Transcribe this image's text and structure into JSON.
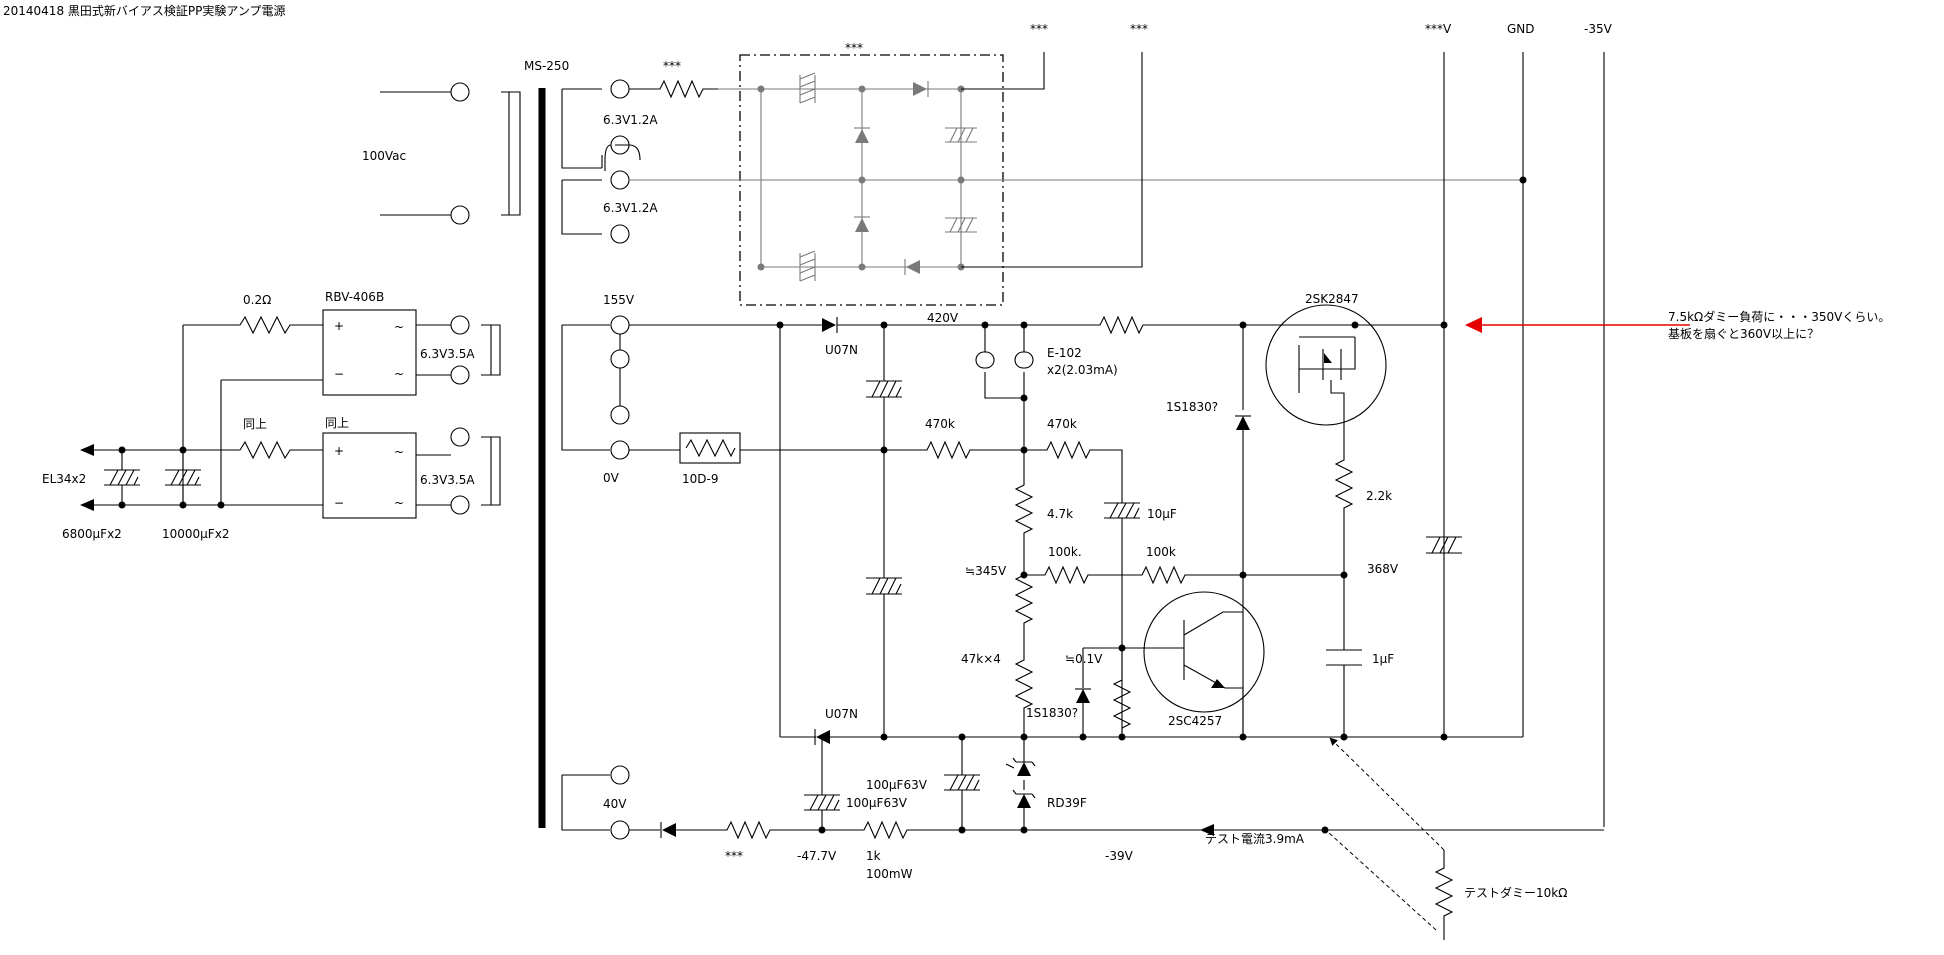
{
  "title": "20140418 黒田式新バイアス検証PP実験アンプ電源",
  "transformer": "MS-250",
  "ac_input": "100Vac",
  "windings": {
    "heater1": "6.3V1.2A",
    "heater2": "6.3V1.2A",
    "heater3": "6.3V3.5A",
    "heater4": "6.3V3.5A",
    "b_tap": "155V",
    "b_zero": "0V",
    "bias_tap": "40V"
  },
  "rails": {
    "top1": "***",
    "top2": "***",
    "v_out": "***V",
    "gnd": "GND",
    "neg": "-35V"
  },
  "labels": {
    "r_top": "***",
    "bridge": "***",
    "r02": "0.2Ω",
    "rbv": "RBV-406B",
    "same_r": "同上",
    "same_b": "同上",
    "plus1": "+",
    "minus1": "−",
    "ac1a": "~",
    "ac1b": "~",
    "plus2": "+",
    "minus2": "−",
    "ac2a": "~",
    "ac2b": "~",
    "el34": "EL34x2",
    "c6800": "6800μFx2",
    "c10000": "10000μFx2",
    "v420": "420V",
    "u07n_top": "U07N",
    "e102": "E-102",
    "e102_mult": "x2(2.03mA)",
    "q1": "2SK2847",
    "d1s1830_a": "1S1830?",
    "r470a": "470k",
    "r470b": "470k",
    "th10d9": "10D-9",
    "r4k7": "4.7k",
    "c10u": "10μF",
    "r22k": "2.2k",
    "r100ka": "100k.",
    "r100kb": "100k",
    "v345": "≒345V",
    "v368": "368V",
    "r47k": "47k×4",
    "v01": "≒0.1V",
    "q2": "2SC4257",
    "d1s1830_b": "1S1830?",
    "c1u": "1μF",
    "u07n_bot": "U07N",
    "c100a": "100μF63V",
    "c100b": "100μF63V",
    "rd39f": "RD39F",
    "r_bias": "***",
    "v477": "-47.7V",
    "r1k": "1k",
    "r1k_w": "100mW",
    "v39": "-39V",
    "test_i": "テスト電流3.9mA",
    "test_r": "テストダミー10kΩ"
  },
  "note": {
    "line1": "7.5kΩダミー負荷に・・・350Vくらい。",
    "line2": "基板を扇ぐと360V以上に？"
  },
  "colors": {
    "wire": "#000000",
    "bridge_gray": "#7a7a7a",
    "arrow": "#e60000"
  }
}
